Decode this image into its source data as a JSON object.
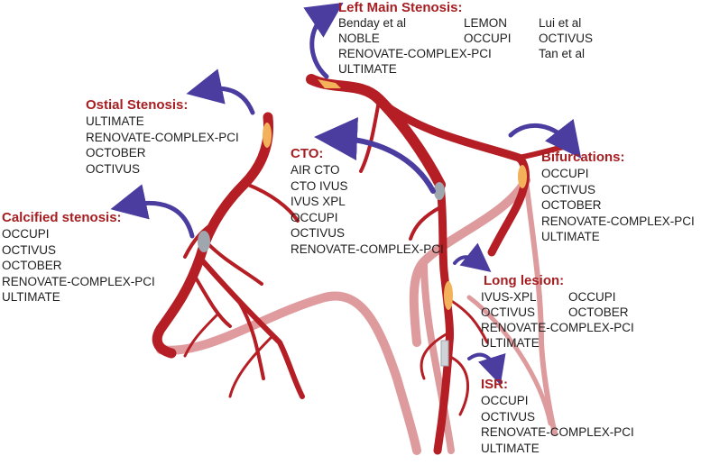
{
  "colors": {
    "heading": "#a51f22",
    "artery": "#b41e24",
    "artery_faded": "#d98a8c",
    "lesion_yellow": "#f3b25a",
    "stent_gray": "#9fa6ad",
    "arrow": "#4b3ca0",
    "text": "#1e1e1e"
  },
  "icons": [
    "curved-arrow-icon",
    "coronary-artery-illustration"
  ],
  "sections": {
    "left_main": {
      "title": "Left Main Stenosis:",
      "studies": [
        "Benday et al",
        "NOBLE",
        "RENOVATE-COMPLEX-PCI",
        "ULTIMATE",
        "LEMON",
        "OCCUPI",
        "Lui et al",
        "OCTIVUS",
        "Tan et al"
      ]
    },
    "ostial": {
      "title": "Ostial Stenosis:",
      "studies": [
        "ULTIMATE",
        "RENOVATE-COMPLEX-PCI",
        "OCTOBER",
        "OCTIVUS"
      ]
    },
    "cto": {
      "title": "CTO:",
      "studies": [
        "AIR CTO",
        "CTO IVUS",
        "IVUS XPL",
        "OCCUPI",
        "OCTIVUS",
        "RENOVATE-COMPLEX-PCI"
      ]
    },
    "calcified": {
      "title": "Calcified stenosis:",
      "studies": [
        "OCCUPI",
        "OCTIVUS",
        "OCTOBER",
        "RENOVATE-COMPLEX-PCI",
        "ULTIMATE"
      ]
    },
    "bifurcations": {
      "title": "Bifurcations:",
      "studies": [
        "OCCUPI",
        "OCTIVUS",
        "OCTOBER",
        "RENOVATE-COMPLEX-PCI",
        "ULTIMATE"
      ]
    },
    "long_lesion": {
      "title": "Long lesion:",
      "studies": [
        "IVUS-XPL",
        "OCTIVUS",
        "RENOVATE-COMPLEX-PCI",
        "ULTIMATE",
        "OCCUPI",
        "OCTOBER"
      ]
    },
    "isr": {
      "title": "ISR:",
      "studies": [
        "OCCUPI",
        "OCTIVUS",
        "RENOVATE-COMPLEX-PCI",
        "ULTIMATE"
      ]
    }
  }
}
